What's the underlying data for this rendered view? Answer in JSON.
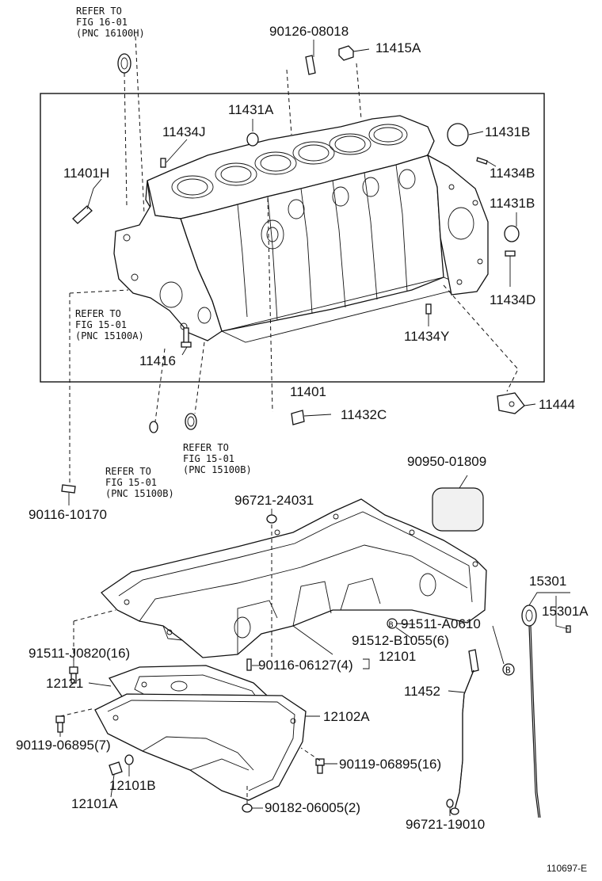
{
  "labels": {
    "p11415A": "11415A",
    "p90126": "90126-08018",
    "p11431A": "11431A",
    "p11434J": "11434J",
    "p11401H": "11401H",
    "p11431B_top": "11431B",
    "p11434B": "11434B",
    "p11431B_mid": "11431B",
    "p11434D": "11434D",
    "p11434Y": "11434Y",
    "p11416": "11416",
    "p11401": "11401",
    "p11432C": "11432C",
    "p11444": "11444",
    "p90116_10170": "90116-10170",
    "p90950": "90950-01809",
    "p96721_24031": "96721-24031",
    "p15301": "15301",
    "p15301A": "15301A",
    "p91511_A0610": "91511-A0610",
    "p91512": "91512-B1055(6)",
    "p91511_J0820": "91511-J0820(16)",
    "p12101": "12101",
    "p90116_06127": "90116-06127(4)",
    "p12121": "12121",
    "p11452": "11452",
    "p12102A": "12102A",
    "p90119_7": "90119-06895(7)",
    "p90119_16": "90119-06895(16)",
    "p12101B": "12101B",
    "p12101A": "12101A",
    "p90182": "90182-06005(2)",
    "p96721_19010": "96721-19010",
    "marker_B": "B"
  },
  "refs": {
    "fig16": [
      "REFER TO",
      "FIG 16-01",
      "(PNC 16100H)"
    ],
    "fig15a": [
      "REFER TO",
      "FIG 15-01",
      "(PNC 15100A)"
    ],
    "fig15b_right": [
      "REFER TO",
      "FIG 15-01",
      "(PNC 15100B)"
    ],
    "fig15b_left": [
      "REFER TO",
      "FIG 15-01",
      "(PNC 15100B)"
    ]
  },
  "footer": {
    "code": "110697-E"
  }
}
